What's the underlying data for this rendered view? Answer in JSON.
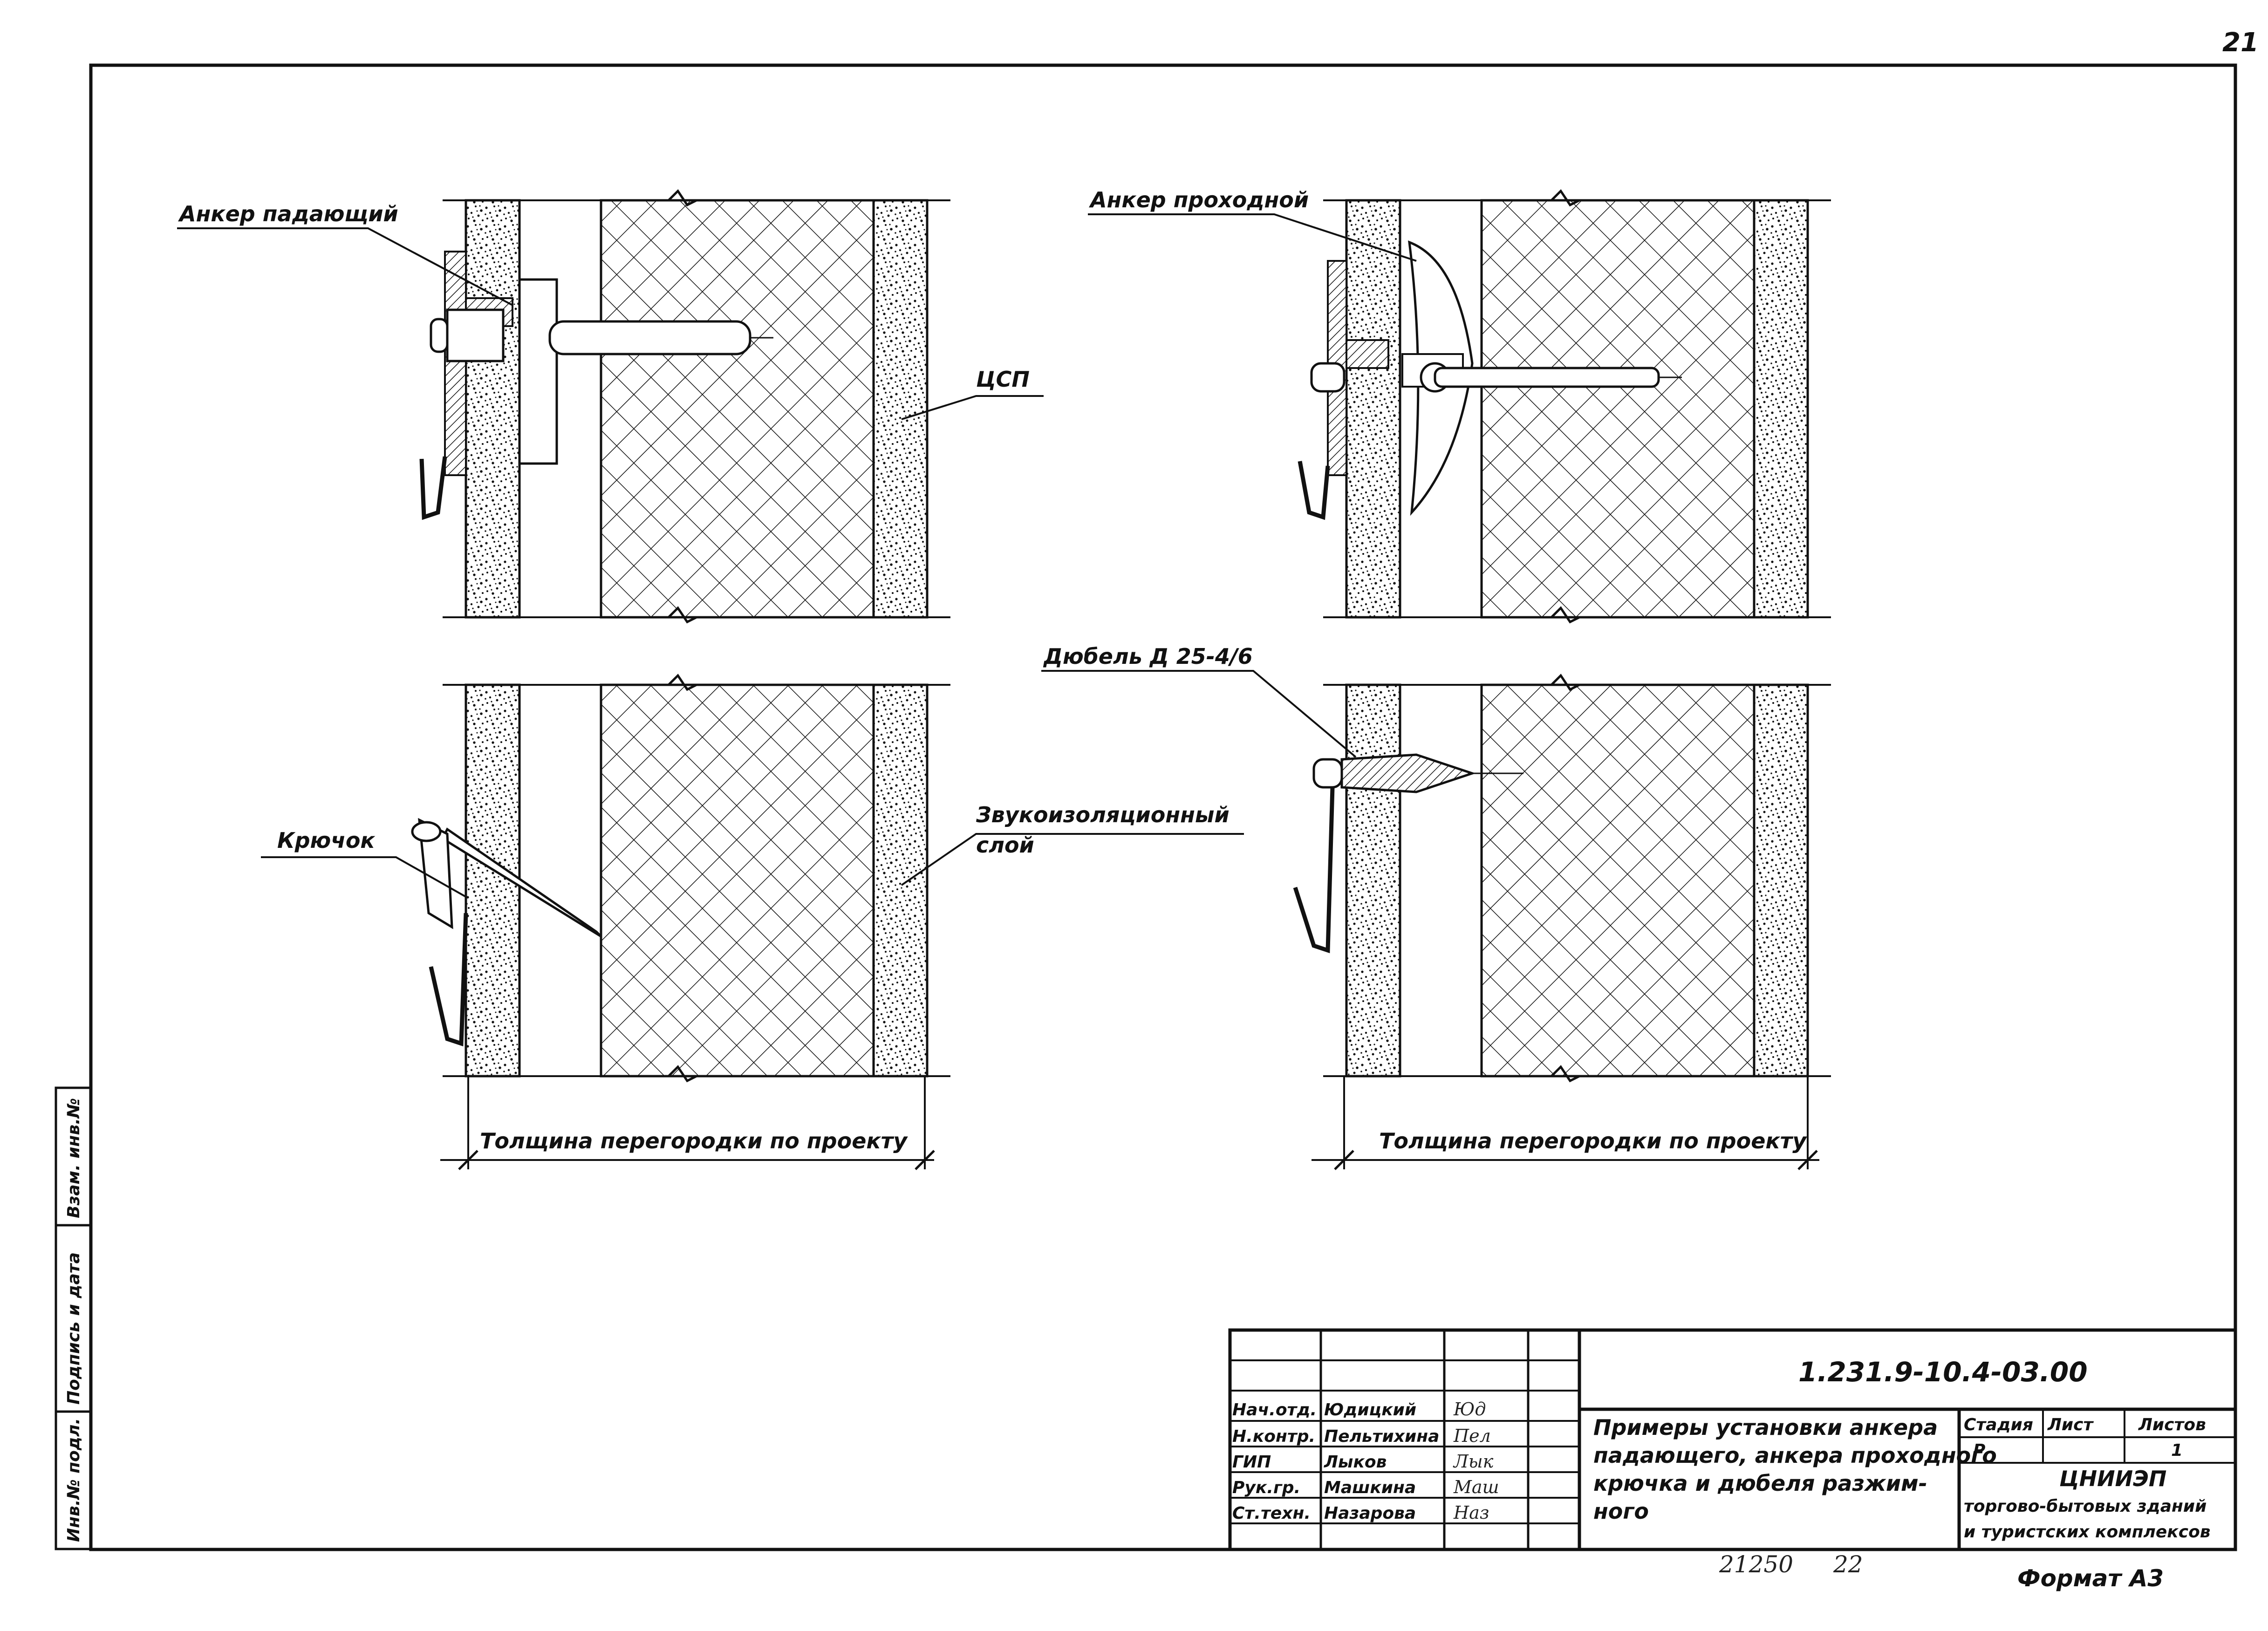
{
  "page_number": "21",
  "labels": {
    "anchor_falling": "Анкер падающий",
    "anchor_through": "Анкер проходной",
    "tsp": "ЦСП",
    "hook": "Крючок",
    "sound_layer_1": "Звукоизоляционный",
    "sound_layer_2": "слой",
    "dowel": "Дюбель Д 25-4/6",
    "thickness_left": "Толщина перегородки по проекту",
    "thickness_right": "Толщина перегородки по проекту"
  },
  "side_stamp": {
    "inv_podl": "Инв.№ подл.",
    "sign_date": "Подпись и дата",
    "vzam_inv": "Взам. инв.№"
  },
  "title_block": {
    "doc_code": "1.231.9-10.4-03.00",
    "title_lines": [
      "Примеры установки анкера",
      "падающего, анкера проходного",
      "крючка и дюбеля разжим-",
      "ного"
    ],
    "col_headers": [
      "Стадия",
      "Лист",
      "Листов"
    ],
    "stage": "Р",
    "sheets": "1",
    "org_1": "ЦНИИЭП",
    "org_2": "торгово-бытовых зданий",
    "org_3": "и туристских комплексов",
    "roles": [
      {
        "role": "Нач.отд.",
        "name": "Юдицкий",
        "sign": "Юд"
      },
      {
        "role": "Н.контр.",
        "name": "Пельтихина",
        "sign": "Пел"
      },
      {
        "role": "ГИП",
        "name": "Лыков",
        "sign": "Лык"
      },
      {
        "role": "Рук.гр.",
        "name": "Машкина",
        "sign": "Маш"
      },
      {
        "role": "Ст.техн.",
        "name": "Назарова",
        "sign": "Наз"
      }
    ]
  },
  "archive_number": "21250",
  "archive_sheet": "22",
  "format": "Формат А3"
}
